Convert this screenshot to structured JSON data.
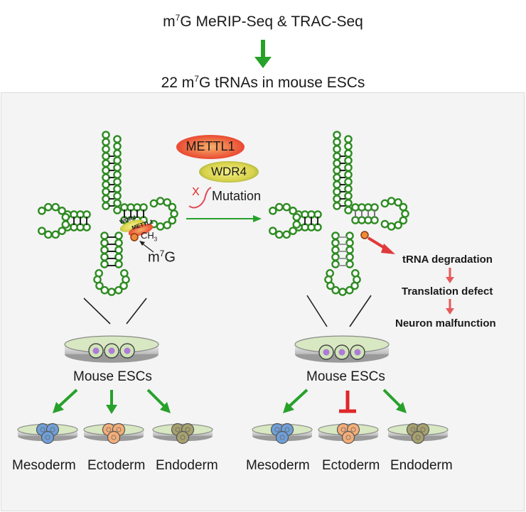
{
  "header": {
    "method_prefix": "m",
    "method_sup": "7",
    "method_suffix": "G MeRIP-Seq & TRAC-Seq",
    "result_prefix": "22 m",
    "result_sup": "7",
    "result_suffix": "G tRNAs in mouse ESCs"
  },
  "center": {
    "enzyme1": "METTL1",
    "enzyme2": "WDR4",
    "mutation_mark": "X",
    "mutation_label": "Mutation"
  },
  "left_trna": {
    "mini_label1": "WDR4",
    "mini_label2": "METTL1",
    "methyl": "CH",
    "methyl_sub": "3",
    "mark_prefix": "m",
    "mark_sup": "7",
    "mark_suffix": "G"
  },
  "outcomes": [
    "tRNA degradation",
    "Translation defect",
    "Neuron malfunction"
  ],
  "dish_label": "Mouse ESCs",
  "lineages": [
    "Mesoderm",
    "Ectoderm",
    "Endoderm"
  ],
  "colors": {
    "trna": "#2e8b22",
    "arrow_green": "#27a12a",
    "inhibit_red": "#e02727",
    "mesoderm": "#6f9fd8",
    "ectoderm": "#f4ad78",
    "endoderm": "#a6a06e",
    "esc_nucleus": "#b07ad8"
  }
}
